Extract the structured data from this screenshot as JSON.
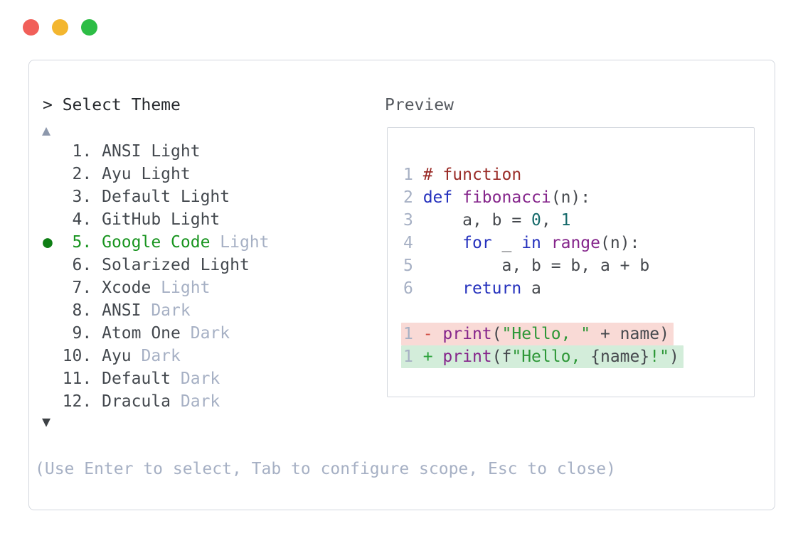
{
  "window_controls": {
    "close_color": "#f15f59",
    "minimize_color": "#f3b62f",
    "maximize_color": "#2dbd45"
  },
  "dialog": {
    "title": "> Select Theme",
    "preview_label": "Preview",
    "scroll_up_icon": "▲",
    "scroll_down_icon": "▼",
    "selected_marker": "●",
    "footer_hint": "(Use Enter to select, Tab to configure scope, Esc to close)",
    "theme_list": {
      "items": [
        {
          "number": "1",
          "name": "ANSI Light",
          "variant": "",
          "selected": false
        },
        {
          "number": "2",
          "name": "Ayu Light",
          "variant": "",
          "selected": false
        },
        {
          "number": "3",
          "name": "Default Light",
          "variant": "",
          "selected": false
        },
        {
          "number": "4",
          "name": "GitHub Light",
          "variant": "",
          "selected": false
        },
        {
          "number": "5",
          "name": "Google Code",
          "variant": "Light",
          "selected": true
        },
        {
          "number": "6",
          "name": "Solarized Light",
          "variant": "",
          "selected": false
        },
        {
          "number": "7",
          "name": "Xcode",
          "variant": "Light",
          "selected": false
        },
        {
          "number": "8",
          "name": "ANSI",
          "variant": "Dark",
          "selected": false
        },
        {
          "number": "9",
          "name": "Atom One",
          "variant": "Dark",
          "selected": false
        },
        {
          "number": "10",
          "name": "Ayu",
          "variant": "Dark",
          "selected": false
        },
        {
          "number": "11",
          "name": "Default",
          "variant": "Dark",
          "selected": false
        },
        {
          "number": "12",
          "name": "Dracula",
          "variant": "Dark",
          "selected": false
        }
      ]
    },
    "preview": {
      "code_lines": [
        {
          "num": "1",
          "diff": "",
          "segments": [
            {
              "c": "cmt",
              "t": "# function"
            }
          ]
        },
        {
          "num": "2",
          "diff": "",
          "segments": [
            {
              "c": "kw",
              "t": "def"
            },
            {
              "c": "plain",
              "t": " "
            },
            {
              "c": "fn",
              "t": "fibonacci"
            },
            {
              "c": "plain",
              "t": "(n):"
            }
          ]
        },
        {
          "num": "3",
          "diff": "",
          "segments": [
            {
              "c": "plain",
              "t": "    a, b = "
            },
            {
              "c": "lit",
              "t": "0"
            },
            {
              "c": "plain",
              "t": ", "
            },
            {
              "c": "lit",
              "t": "1"
            }
          ]
        },
        {
          "num": "4",
          "diff": "",
          "segments": [
            {
              "c": "plain",
              "t": "    "
            },
            {
              "c": "kw",
              "t": "for"
            },
            {
              "c": "plain",
              "t": " _ "
            },
            {
              "c": "kw",
              "t": "in"
            },
            {
              "c": "plain",
              "t": " "
            },
            {
              "c": "fn",
              "t": "range"
            },
            {
              "c": "plain",
              "t": "(n):"
            }
          ]
        },
        {
          "num": "5",
          "diff": "",
          "segments": [
            {
              "c": "plain",
              "t": "        a, b = b, a + b"
            }
          ]
        },
        {
          "num": "6",
          "diff": "",
          "segments": [
            {
              "c": "plain",
              "t": "    "
            },
            {
              "c": "kw",
              "t": "return"
            },
            {
              "c": "plain",
              "t": " a"
            }
          ]
        },
        {
          "num": "",
          "diff": "",
          "segments": []
        },
        {
          "num": "1",
          "diff": "removed",
          "segments": [
            {
              "c": "minus",
              "t": "- "
            },
            {
              "c": "fn",
              "t": "print"
            },
            {
              "c": "plain",
              "t": "("
            },
            {
              "c": "str",
              "t": "\"Hello, \""
            },
            {
              "c": "plain",
              "t": " + name)"
            }
          ]
        },
        {
          "num": "1",
          "diff": "added",
          "segments": [
            {
              "c": "plus",
              "t": "+ "
            },
            {
              "c": "fn",
              "t": "print"
            },
            {
              "c": "plain",
              "t": "(f"
            },
            {
              "c": "str",
              "t": "\"Hello, "
            },
            {
              "c": "plain",
              "t": "{name}"
            },
            {
              "c": "str",
              "t": "!\""
            },
            {
              "c": "plain",
              "t": ")"
            }
          ]
        }
      ]
    }
  },
  "colors": {
    "selected_green": "#18941f",
    "selected_bullet": "#0e7e14",
    "list_text": "#43484e",
    "dim_text": "#a6b0c4",
    "title_text": "#26292d",
    "border": "#d3d7de",
    "keyword": "#2531bd",
    "function_name": "#85258b",
    "string": "#2d9737",
    "number_literal": "#166a6b",
    "comment": "#9a2c28",
    "diff_removed_bg": "#f9dad6",
    "diff_added_bg": "#d3edda",
    "diff_minus": "#cf4b42",
    "diff_plus": "#2aa23a"
  }
}
